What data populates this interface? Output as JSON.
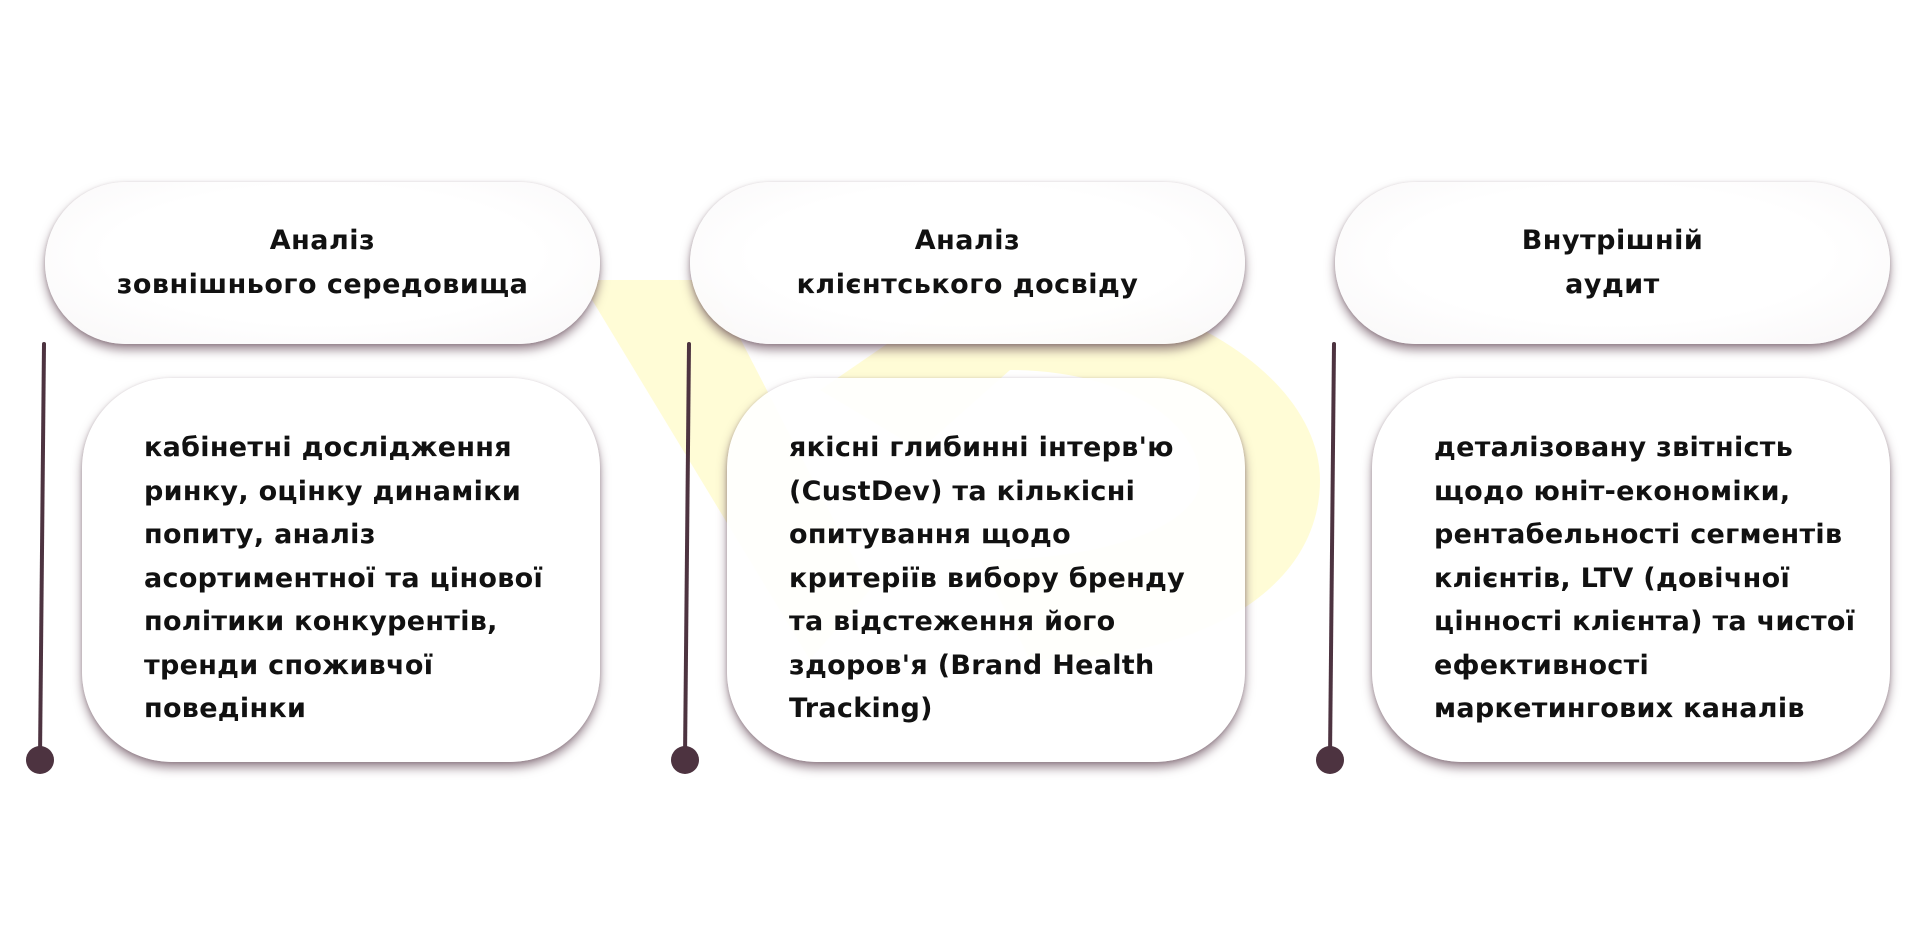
{
  "colors": {
    "accent": "#4d3340",
    "watermark": "#fffbc8",
    "text": "#111111",
    "card": "#ffffff"
  },
  "columns": [
    {
      "title_lines": [
        "Аналіз",
        "зовнішнього середовища"
      ],
      "body_lines": [
        "кабінетні дослідження",
        "ринку, оцінку динаміки",
        "попиту, аналіз",
        "асортиментної та цінової",
        "політики конкурентів,",
        "тренди споживчої",
        "поведінки"
      ]
    },
    {
      "title_lines": [
        "Аналіз",
        "клієнтського досвіду"
      ],
      "body_lines": [
        "якісні глибинні інтерв'ю",
        "(CustDev) та кількісні",
        "опитування щодо",
        "критеріїв вибору бренду",
        "та відстеження його",
        "здоров'я (Brand Health",
        "Tracking)"
      ]
    },
    {
      "title_lines": [
        "Внутрішній",
        "аудит"
      ],
      "body_lines": [
        "деталізовану звітність",
        "щодо юніт-економіки,",
        "рентабельності сегментів",
        "клієнтів, LTV (довічної",
        "цінності клієнта) та чистої",
        "ефективності",
        "маркетингових каналів"
      ]
    }
  ]
}
